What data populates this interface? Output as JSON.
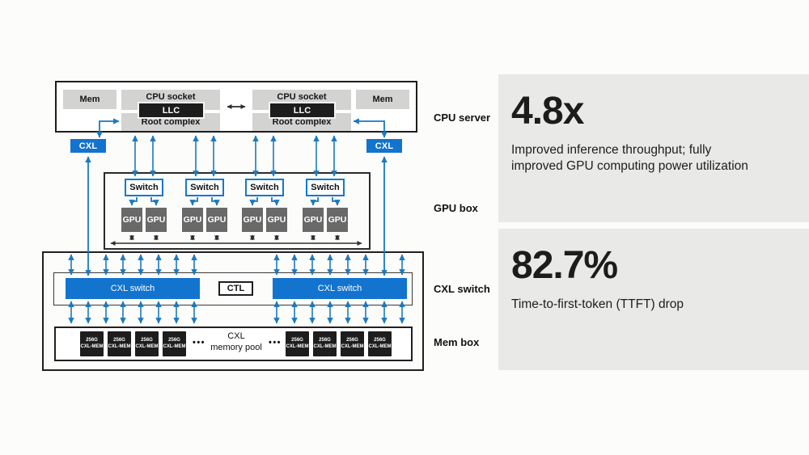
{
  "diagram": {
    "cpu_server": {
      "label": "CPU server",
      "mem_left": "Mem",
      "mem_right": "Mem",
      "cxl_left": "CXL",
      "cxl_right": "CXL",
      "sockets": [
        {
          "socket": "CPU socket",
          "llc": "LLC",
          "root": "Root complex"
        },
        {
          "socket": "CPU socket",
          "llc": "LLC",
          "root": "Root complex"
        }
      ]
    },
    "gpu_box": {
      "label": "GPU box",
      "switches": [
        "Switch",
        "Switch",
        "Switch",
        "Switch"
      ],
      "gpus": [
        "GPU",
        "GPU",
        "GPU",
        "GPU",
        "GPU",
        "GPU",
        "GPU",
        "GPU"
      ]
    },
    "cxl_switch": {
      "label": "CXL switch",
      "bars": [
        "CXL switch",
        "CXL switch"
      ],
      "ctl": "CTL"
    },
    "mem_box": {
      "label": "Mem box",
      "dots": [
        "•••",
        "•••"
      ],
      "pool": [
        "CXL",
        "memory pool"
      ],
      "chips": [
        {
          "capacity": "256G",
          "name": "CXL-MEM"
        },
        {
          "capacity": "256G",
          "name": "CXL-MEM"
        },
        {
          "capacity": "256G",
          "name": "CXL-MEM"
        },
        {
          "capacity": "256G",
          "name": "CXL-MEM"
        },
        {
          "capacity": "256G",
          "name": "CXL-MEM"
        },
        {
          "capacity": "256G",
          "name": "CXL-MEM"
        },
        {
          "capacity": "256G",
          "name": "CXL-MEM"
        },
        {
          "capacity": "256G",
          "name": "CXL-MEM"
        }
      ]
    }
  },
  "stats": [
    {
      "value": "4.8x",
      "desc": [
        "Improved inference throughput; fully",
        "improved GPU computing power utilization"
      ]
    },
    {
      "value": "82.7%",
      "desc": [
        "Time-to-first-token (TTFT) drop"
      ]
    }
  ],
  "colors": {
    "accent_blue": "#1274cf",
    "arrow_blue": "#1d79bd",
    "box_gray": "#d3d3d2",
    "gpu_gray": "#696969",
    "chip_black": "#1d1d1d",
    "card_bg": "#e9e9e7"
  }
}
